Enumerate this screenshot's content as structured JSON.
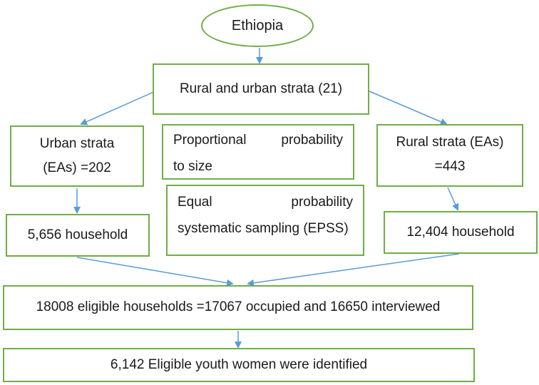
{
  "root": "Ethiopia",
  "strata": "Rural and urban strata (21)",
  "urban": {
    "line1": "Urban strata",
    "line2": "(EAs) =202"
  },
  "rural": {
    "line1": "Rural strata (EAs)",
    "line2": "=443"
  },
  "pps": {
    "word1": "Proportional",
    "word2": "probability",
    "line2": "to size"
  },
  "epss": {
    "word1": "Equal",
    "word2": "probability",
    "line2": "systematic sampling (EPSS)"
  },
  "urban_household": "5,656 household",
  "rural_household": "12,404 household",
  "eligible_households": "18008 eligible households =17067 occupied and 16650 interviewed",
  "eligible_women": "6,142 Eligible youth women were identified",
  "colors": {
    "border": "#70ad47",
    "arrow": "#5b9bd5"
  }
}
